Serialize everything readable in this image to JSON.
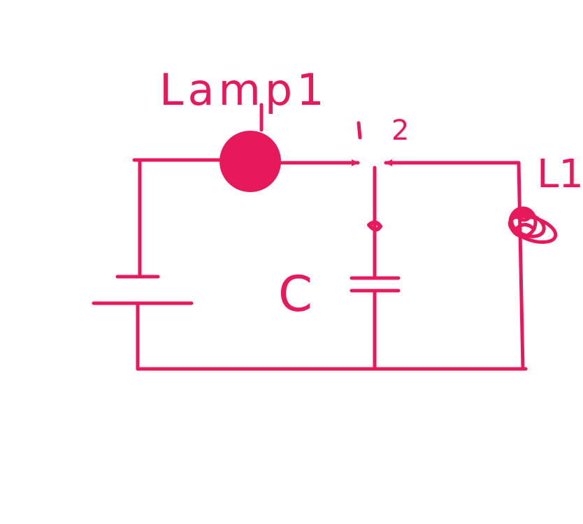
{
  "colors": {
    "ink": "#e8195a",
    "background": "#ffffff"
  },
  "labels": {
    "lamp": "Lamp1",
    "switch_pos_1": "1",
    "switch_pos_2": "2",
    "capacitor": "C",
    "inductor": "L1"
  }
}
